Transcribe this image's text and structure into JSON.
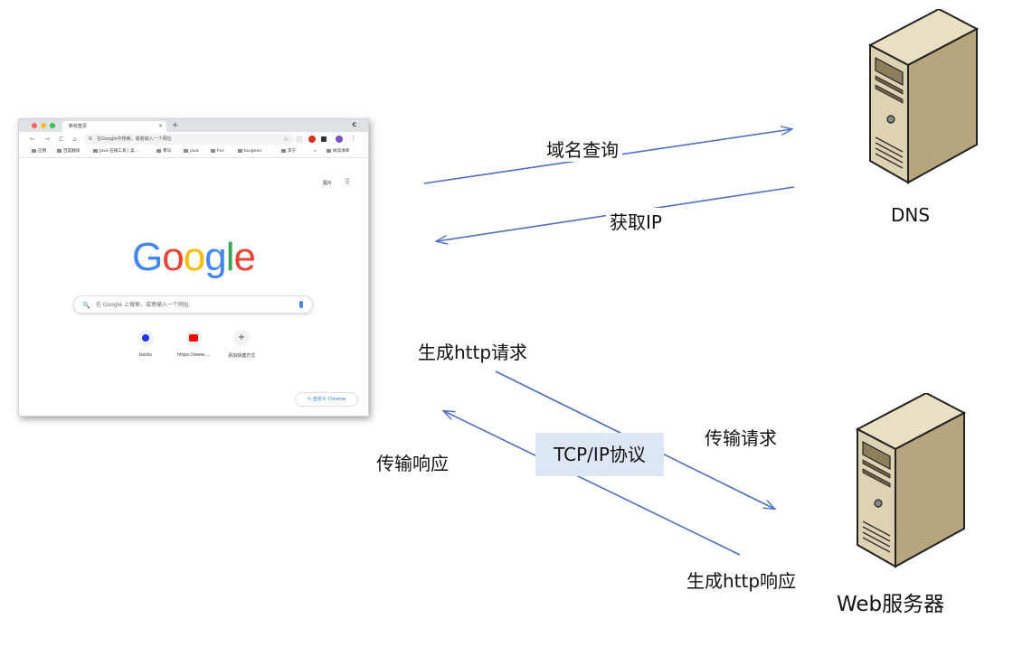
{
  "browser": {
    "tab_title": "新标签页",
    "tab_close": "×",
    "new_tab": "+",
    "tabbar_right": "C",
    "nav_icons": "← → C ⌂",
    "omnibox_g": "G",
    "omnibox_placeholder": "在Google中搜索，或者输入一个网址",
    "star": "☆",
    "bookmarks": [
      "应用",
      "百度翻译",
      "Java 在线工具 | 菜...",
      "青马",
      "java",
      "Fes",
      "burgeon",
      "李宁",
      "»",
      "阅读清单"
    ],
    "images_link": "图片",
    "apps_grid": "⠿",
    "logo_letters": [
      {
        "char": "G",
        "color": "#4285F4"
      },
      {
        "char": "o",
        "color": "#EA4335"
      },
      {
        "char": "o",
        "color": "#FBBC05"
      },
      {
        "char": "g",
        "color": "#4285F4"
      },
      {
        "char": "l",
        "color": "#34A853"
      },
      {
        "char": "e",
        "color": "#EA4335"
      }
    ],
    "search_icon": "🔍",
    "search_placeholder": "在 Google 上搜索，或者输入一个网址",
    "shortcuts": [
      {
        "label": "baidu",
        "icon": "baidu-paw-icon",
        "color": "#2932e1"
      },
      {
        "label": "https://www....",
        "icon": "youtube-icon",
        "color": "#ff0000"
      },
      {
        "label": "添加快捷方式",
        "icon": "plus-icon",
        "color": "#444444"
      }
    ],
    "shortcut_plus": "+",
    "customize_label": "✎ 自定义 Chrome"
  },
  "labels": {
    "domain_query": "域名查询",
    "get_ip": "获取IP",
    "dns": "DNS",
    "gen_request": "生成http请求",
    "transmit_request": "传输请求",
    "transmit_response": "传输响应",
    "protocol": "TCP/IP协议",
    "gen_response": "生成http响应",
    "web_server": "Web服务器"
  },
  "colors": {
    "arrow": "#4a6fc0",
    "protocol_box": "#dce7f3"
  }
}
